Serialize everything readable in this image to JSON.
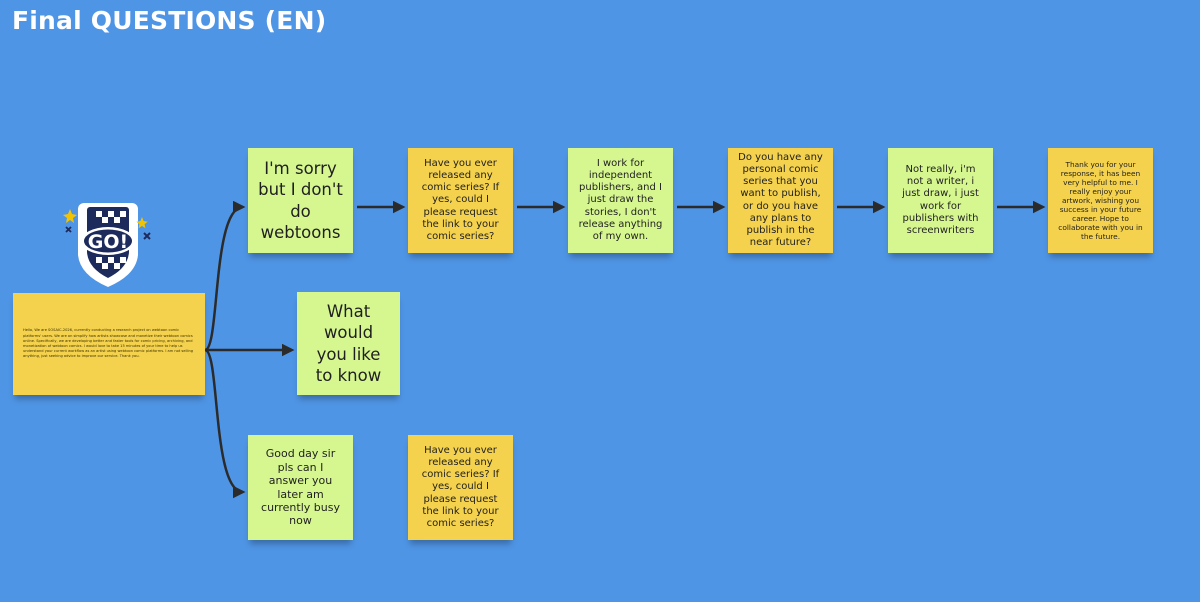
{
  "board": {
    "title": "Final QUESTIONS (EN)"
  },
  "sticker": {
    "text": "GO!",
    "icon": "go-checkered-flag-sticker-icon"
  },
  "intro_note": {
    "text": "Hello, We are SOSAIC-2026, currently conducting a research project on webtoon comic platforms' users. We are on simplify how artists showcase and monetize their webtoon comics online. Specifically, we are developing better and faster tools for comic pricing, archiving, and monetization of webtoon comics. I would love to take 15 minutes of your time to help us understand your current workflow as an artist using webtoon comic platforms. I am not selling anything, just seeking advice to improve our service. Thank you.",
    "color": "#f5d24d"
  },
  "notes": {
    "reply_no_webtoons": "I'm sorry but I don't do webtoons",
    "question_released_1": "Have you ever released any comic series? If yes, could I please request the link to your comic series?",
    "reply_publishers": "I work for independent publishers, and I just draw the stories, I don't release anything of my own.",
    "question_personal": "Do you have any personal comic series that you want to publish, or do you have any plans to publish in the near future?",
    "reply_not_writer": "Not really, i'm not a writer, i just draw, i just work for publishers with screenwriters",
    "closing_thanks": "Thank you for your response, it has been very helpful to me. I really enjoy your artwork, wishing you success in your future career. Hope to collaborate with you in the future.",
    "reply_what_know": "What would you like to know",
    "reply_busy": "Good day sir pls can I answer you later am currently busy now",
    "question_released_2": "Have you ever released any comic series? If yes, could I please request the link to your comic series?"
  },
  "colors": {
    "background": "#4f95e5",
    "green_note": "#d6f790",
    "yellow_note": "#f5d24d",
    "connector": "#2b2b2b"
  }
}
